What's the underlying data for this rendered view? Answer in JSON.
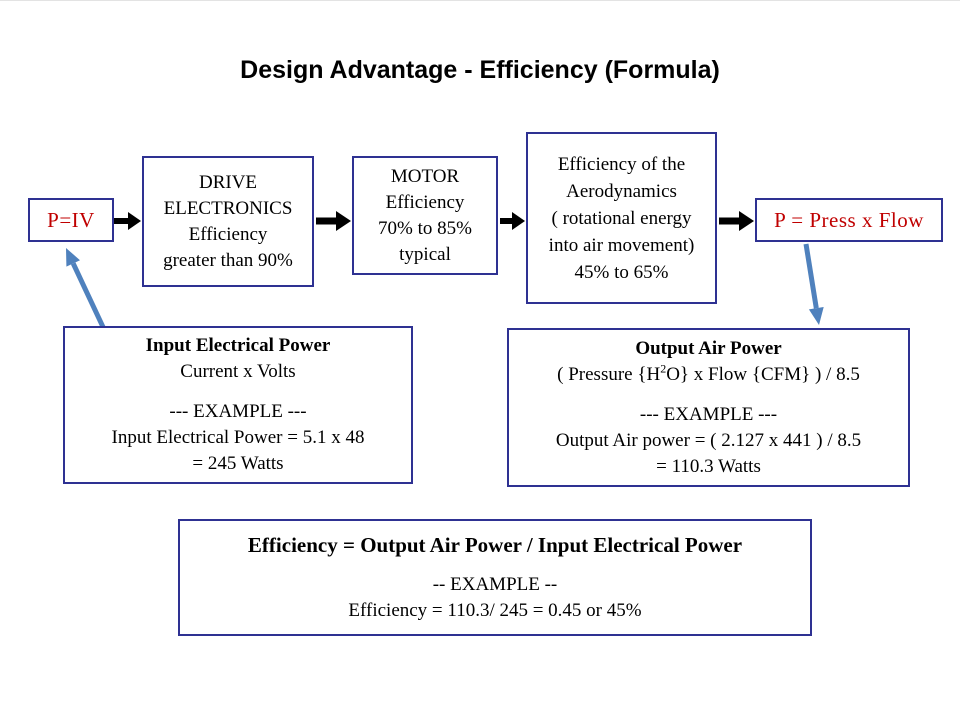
{
  "title": "Design Advantage - Efficiency (Formula)",
  "colors": {
    "box_border": "#2e3192",
    "red_text": "#c00000",
    "blue_arrow": "#4f81bd",
    "black_arrow": "#000000"
  },
  "flow": {
    "p_iv": "P=IV",
    "drive": {
      "lines": [
        "DRIVE",
        "ELECTRONICS",
        "Efficiency",
        "greater than 90%"
      ]
    },
    "motor": {
      "lines": [
        "MOTOR",
        "Efficiency",
        "70% to 85%",
        "typical"
      ]
    },
    "aero": {
      "lines": [
        "Efficiency of the",
        "Aerodynamics",
        "( rotational energy",
        "into air movement)",
        "45% to 65%"
      ]
    },
    "p_press": "P = Press x Flow"
  },
  "input_box": {
    "title": "Input Electrical Power",
    "formula": "Current x Volts",
    "example_label": "--- EXAMPLE ---",
    "example_line1": "Input Electrical Power = 5.1 x 48",
    "example_line2": "= 245 Watts"
  },
  "output_box": {
    "title": "Output Air Power",
    "formula_pre": "( Pressure {H",
    "formula_sup": "2",
    "formula_post": "O} x Flow {CFM} ) / 8.5",
    "example_label": "--- EXAMPLE ---",
    "example_line1": "Output Air power  = ( 2.127 x 441 ) / 8.5",
    "example_line2": "=  110.3 Watts"
  },
  "efficiency_box": {
    "title": "Efficiency = Output Air Power  / Input Electrical Power",
    "example_label": "-- EXAMPLE --",
    "example_line1": "Efficiency = 110.3/ 245 = 0.45 or 45%"
  }
}
